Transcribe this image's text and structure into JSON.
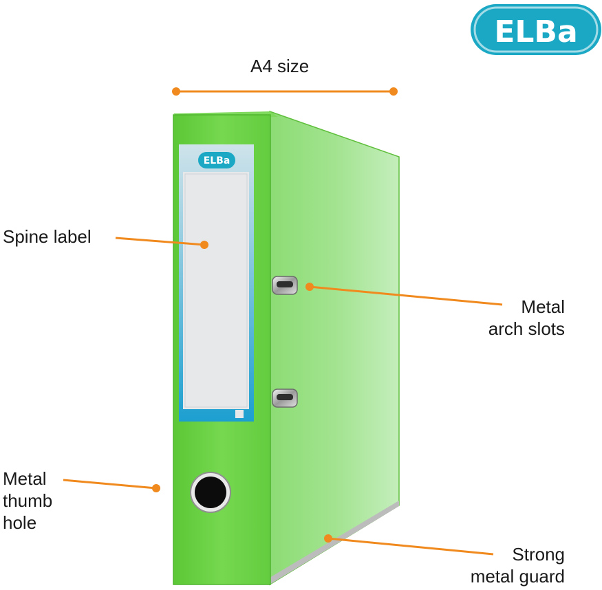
{
  "brand": {
    "logo_text": "ELBa",
    "primary_color": "#1ba8c4"
  },
  "colors": {
    "binder_green": "#6fd44a",
    "callout_orange": "#f08a1e"
  },
  "dimension": {
    "label": "A4 size"
  },
  "callouts": {
    "spine_label": {
      "lines": [
        "Spine label"
      ]
    },
    "arch_slots": {
      "lines": [
        "Metal",
        "arch slots"
      ]
    },
    "thumb_hole": {
      "lines": [
        "Metal",
        "thumb",
        "hole"
      ]
    },
    "metal_guard": {
      "lines": [
        "Strong",
        "metal guard"
      ]
    }
  }
}
